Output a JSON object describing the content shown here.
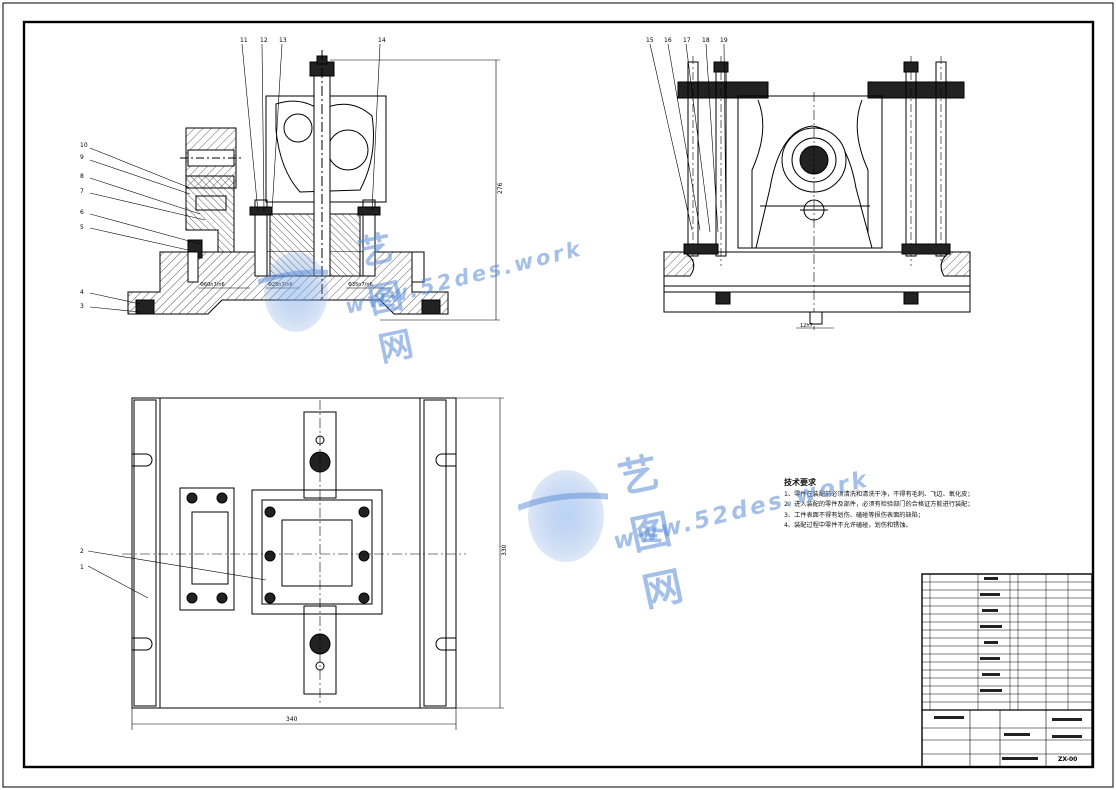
{
  "drawing": {
    "number": "ZX-00",
    "dims": {
      "height_front": "276",
      "height_plan": "330",
      "width_plan": "340",
      "fit_left": "Φ60n7/n6",
      "fit_mid": "Φ25n7/n6",
      "fit_right": "Φ35n7/n6",
      "fit_side": "12h7"
    },
    "callouts_front": [
      "11",
      "12",
      "13",
      "14",
      "10",
      "9",
      "8",
      "7",
      "6",
      "5",
      "4",
      "3"
    ],
    "callouts_side": [
      "15",
      "16",
      "17",
      "18",
      "19"
    ],
    "callouts_plan": [
      "2",
      "1"
    ]
  },
  "notes": {
    "heading": "技术要求",
    "lines": [
      "1、零件在装配前必须清洗和清洗干净，不得有毛刺、飞边、氧化皮；",
      "2、进入装配的零件及部件，必须有检验部门的合格证方能进行装配；",
      "3、工件表面不得有划伤、磕碰等损伤表面的缺陷；",
      "4、装配过程中零件不允许磕碰，划伤和锈蚀。"
    ]
  },
  "watermark": {
    "brand": "艺图网",
    "url": "www.52des.work"
  },
  "colors": {
    "line": "#000000",
    "hatch": "#333333",
    "watermark": "#5a8cd7"
  }
}
